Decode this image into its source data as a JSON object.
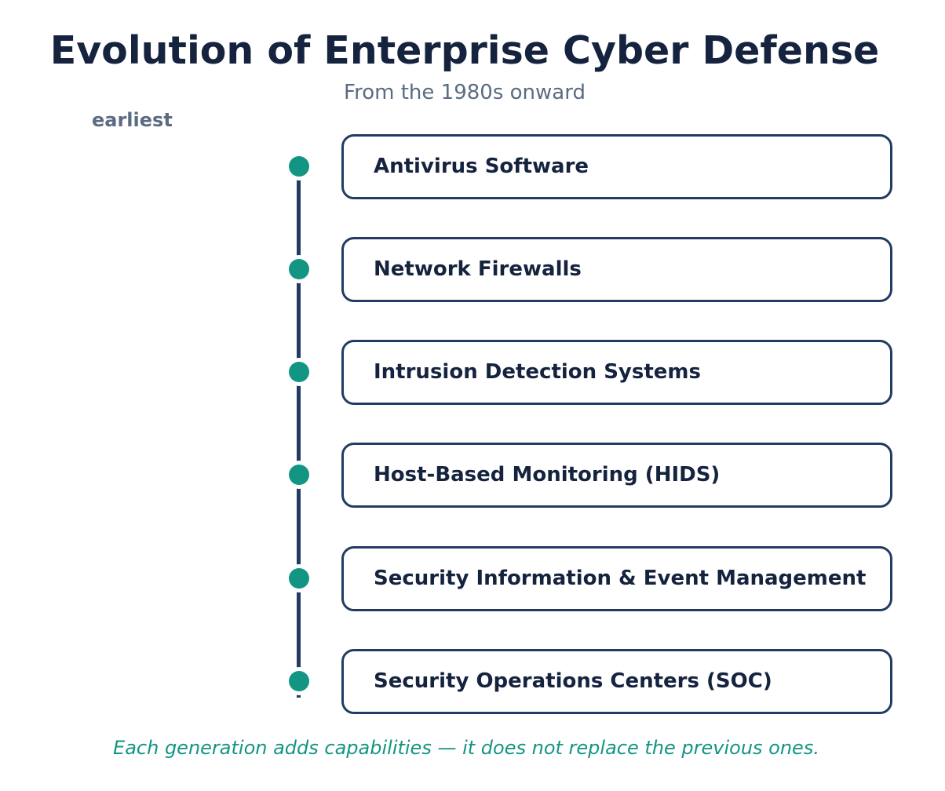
{
  "title": "Evolution of Enterprise Cyber Defense",
  "subtitle": "From the 1980s onward",
  "timeline": {
    "start_label": "earliest",
    "stages": [
      {
        "label": "Antivirus Software"
      },
      {
        "label": "Network Firewalls"
      },
      {
        "label": "Intrusion Detection Systems"
      },
      {
        "label": "Host-Based Monitoring (HIDS)"
      },
      {
        "label": "Security Information & Event Management"
      },
      {
        "label": "Security Operations Centers (SOC)"
      }
    ]
  },
  "footnote": "Each generation adds capabilities — it does not replace the previous ones.",
  "colors": {
    "title": "#15233f",
    "muted": "#5b6b82",
    "rail": "#233a63",
    "accent": "#139583"
  }
}
